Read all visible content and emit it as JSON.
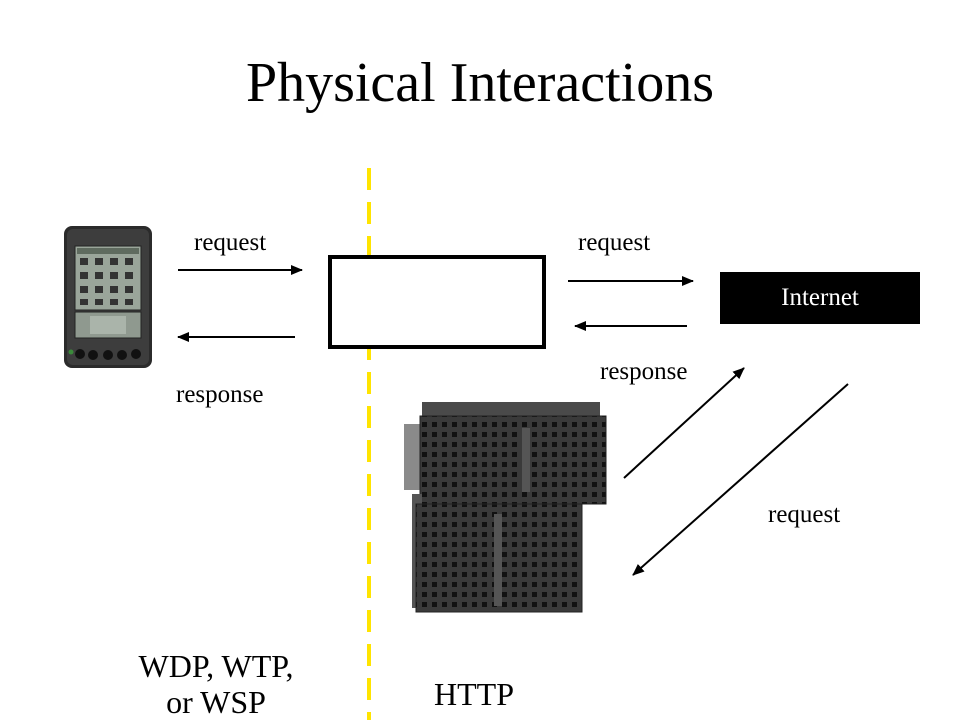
{
  "title": "Physical Interactions",
  "labels": {
    "client_request": "request",
    "client_response": "response",
    "gateway_request": "request",
    "internet_response": "response",
    "server_request": "request"
  },
  "internet": {
    "label": "Internet"
  },
  "protocols": {
    "left_line1": "WDP, WTP,",
    "left_line2": "or WSP",
    "right": "HTTP"
  },
  "colors": {
    "divider": "#ffe400",
    "internet_bg": "#000000",
    "arrows": "#000000"
  },
  "icons": {
    "device": "palm-pda-icon",
    "server": "server-rack-icon"
  }
}
